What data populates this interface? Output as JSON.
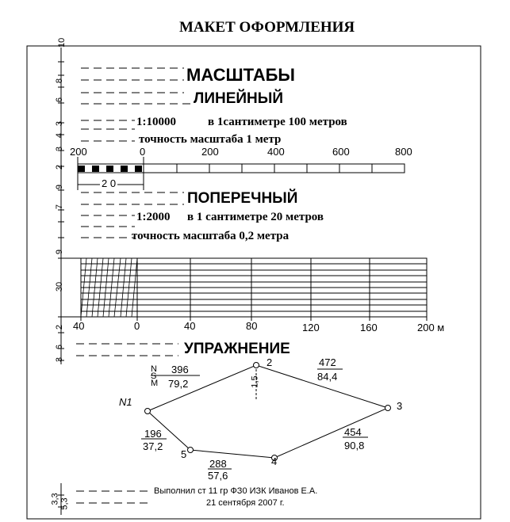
{
  "page_title": "МАКЕТ ОФОРМЛЕНИЯ",
  "side_labels": {
    "a": "10",
    "b": "8",
    "c": "6",
    "d": "3",
    "e": "4",
    "f": "3",
    "g": "2",
    "h": "9",
    "i": "7",
    "j": "9",
    "k": "30",
    "l": "2",
    "m": "6",
    "n": "3"
  },
  "scales": {
    "heading": "МАСШТАБЫ",
    "linear": {
      "heading": "ЛИНЕЙНЫЙ",
      "ratio": "1:10000",
      "description": "в 1сантиметре 100 метров",
      "accuracy": "точность масштаба  1  метр",
      "ticks": [
        "200",
        "0",
        "200",
        "400",
        "600",
        "800"
      ],
      "base_label": "2 0"
    },
    "transverse": {
      "heading": "ПОПЕРЕЧНЫЙ",
      "ratio": "1:2000",
      "description": "в 1 сантиметре 20 метров",
      "accuracy": "точность масштаба  0,2 метра",
      "ticks": [
        "40",
        "0",
        "40",
        "80",
        "120",
        "160",
        "200 м"
      ]
    }
  },
  "exercise": {
    "heading": "УПРАЖНЕНИЕ",
    "points": [
      "N1",
      "2",
      "3",
      "4",
      "5"
    ],
    "segments": {
      "n1_2": {
        "prefixes": [
          "N",
          "S",
          "M"
        ],
        "top": "396",
        "bottom": "79,2"
      },
      "v2": {
        "value": "1,5"
      },
      "s2_3": {
        "top": "472",
        "bottom": "84,4"
      },
      "s3_4": {
        "top": "454",
        "bottom": "90,8"
      },
      "s4_5": {
        "top": "288",
        "bottom": "57,6"
      },
      "s5_n1": {
        "top": "196",
        "bottom": "37,2"
      }
    }
  },
  "footer": {
    "line1": "Выполнил  ст 11 гр ФЗ0 ИЗК  Иванов Е.А.",
    "line2": "21 сентября  2007 г.",
    "side1": "3,3",
    "side2": "5,3"
  }
}
